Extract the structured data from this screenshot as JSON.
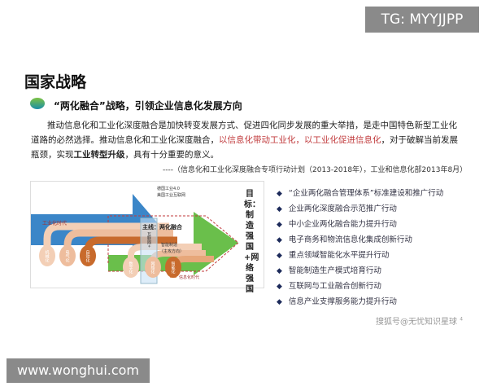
{
  "watermark_top": "TG: MYYJJPP",
  "watermark_bottom": "www.wonghui.com",
  "watermark_sohu": "搜狐号@无忧知识星球",
  "page_number": "4",
  "title": "国家战略",
  "subtitle": "“两化融合”战略，引领企业信息化发展方向",
  "paragraph": {
    "p1": "推动信息化和工业化深度融合是加快转变发展方式、促进四化同步发展的重大举措，是走中国特色新型工业化道路的必然选择。推动信息化和工业化深度融合，",
    "red": "以信息化带动工业化，以工业化促进信息化",
    "p2": "，对于破解当前发展瓶颈，实现",
    "bold": "工业转型升级",
    "p3": "，具有十分重要的意义。"
  },
  "source": "----（信息化和工业化深度融合专项行动计划（2013-2018年），工业和信息化部2013年8月）",
  "diagram": {
    "industry_era": "工业化时代",
    "info_era": "信息化时代",
    "callout1": "德国工业4.0",
    "callout2": "美国工业互联网",
    "mainline": "主线：两化融合",
    "smart": "智能制造",
    "smart_sub": "（主攻方向）",
    "internet": "互联网+",
    "ovals": [
      "机械化",
      "电气化",
      "自动化",
      "数字化",
      "网络化",
      "智能化"
    ],
    "goal": "目标：制造强国+网络强国"
  },
  "actions": [
    "“企业两化融合管理体系”标准建设和推广行动",
    "企业两化深度融合示范推广行动",
    "中小企业两化融合能力提升行动",
    "电子商务和物流信息化集成创新行动",
    "重点领域智能化水平提升行动",
    "智能制造生产模式培育行动",
    "互联网与工业融合创新行动",
    "信息产业支撑服务能力提升行动"
  ]
}
